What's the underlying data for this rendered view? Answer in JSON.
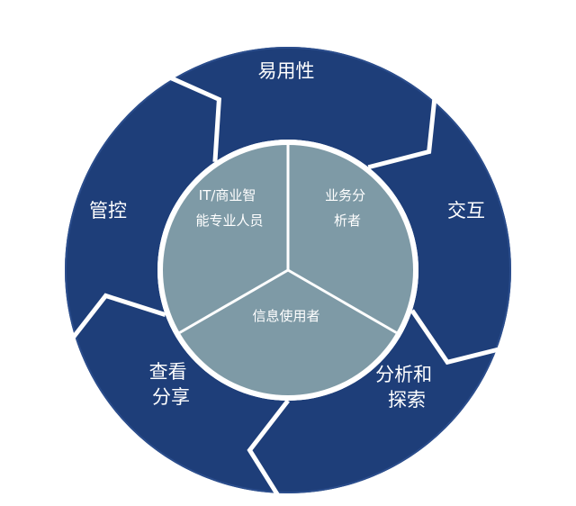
{
  "colors": {
    "ring": "#1e3e79",
    "ring_edge": "#2b4d8c",
    "separator": "#ffffff",
    "inner_fill": "#7e9aa6",
    "inner_stroke": "#ffffff"
  },
  "outer_segments": [
    {
      "lines": [
        "易用性"
      ]
    },
    {
      "lines": [
        "交互"
      ]
    },
    {
      "lines": [
        "分析和",
        "探索"
      ]
    },
    {
      "lines": [
        "查看",
        "分享"
      ]
    },
    {
      "lines": [
        "管控"
      ]
    }
  ],
  "inner_sectors": [
    {
      "lines": [
        "IT/商业智",
        "能专业人员"
      ]
    },
    {
      "lines": [
        "业务分",
        "析者"
      ]
    },
    {
      "lines": [
        "信息使用者"
      ]
    }
  ]
}
